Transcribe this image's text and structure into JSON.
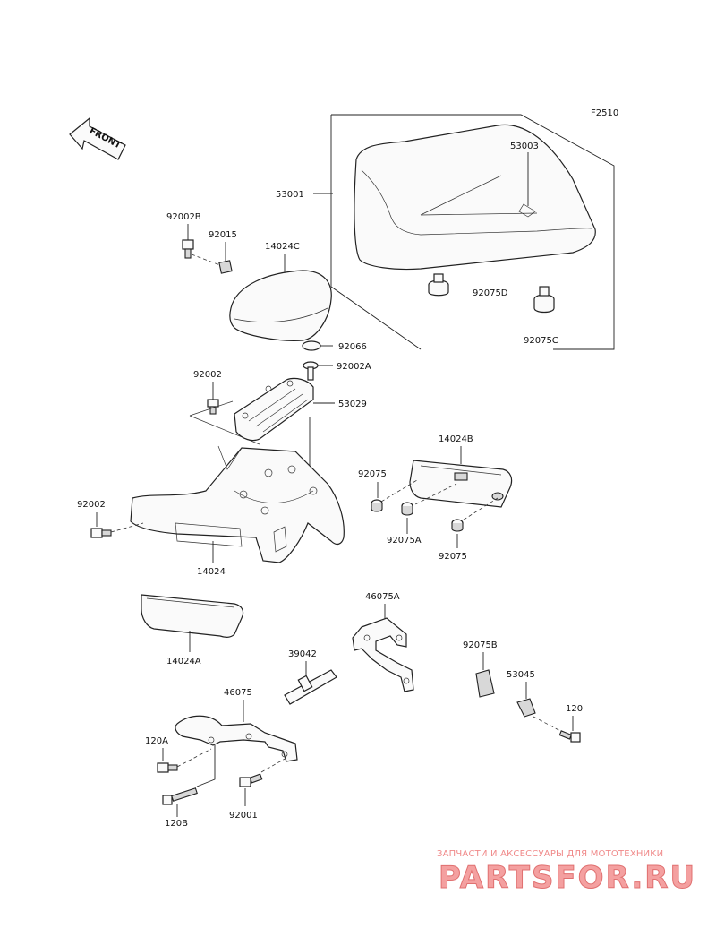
{
  "figure_id": "F2510",
  "front_label": "FRONT",
  "parts": {
    "p53001": "53001",
    "p53003": "53003",
    "p92075D": "92075D",
    "p92075C": "92075C",
    "p92002B": "92002B",
    "p92015": "92015",
    "p14024C": "14024C",
    "p92066": "92066",
    "p92002A": "92002A",
    "p92002_top": "92002",
    "p53029": "53029",
    "p14024B": "14024B",
    "p92075_a": "92075",
    "p92075A": "92075A",
    "p92075_b": "92075",
    "p92002_left": "92002",
    "p14024": "14024",
    "p14024A": "14024A",
    "p46075A": "46075A",
    "p39042": "39042",
    "p46075": "46075",
    "p92075B": "92075B",
    "p53045": "53045",
    "p120": "120",
    "p120A": "120A",
    "p120B": "120B",
    "p92001": "92001"
  },
  "watermark": {
    "tagline": "ЗАПЧАСТИ И АКСЕССУАРЫ ДЛЯ МОТОТЕХНИКИ",
    "logo": "PARTSFOR.RU"
  }
}
